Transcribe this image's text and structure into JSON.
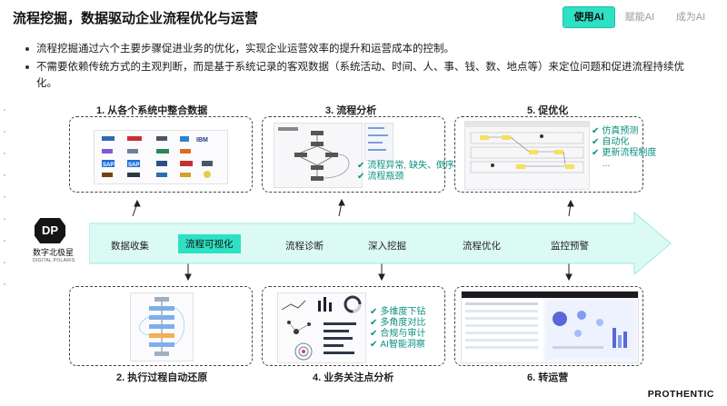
{
  "header": {
    "title": "流程挖掘，数据驱动企业流程优化与运营",
    "tabs": [
      {
        "label": "使用AI",
        "active": true
      },
      {
        "label": "赋能AI",
        "active": false
      },
      {
        "label": "成为AI",
        "active": false
      }
    ]
  },
  "intro": {
    "bullets": [
      "流程挖掘通过六个主要步骤促进业务的优化，实现企业运营效率的提升和运营成本的控制。",
      "不需要依赖传统方式的主观判断，而是基于系统记录的客观数据（系统活动、时间、人、事、钱、数、地点等）来定位问题和促进流程持续优化。"
    ]
  },
  "steps_top": [
    {
      "title": "1. 从各个系统中整合数据"
    },
    {
      "title": "3. 流程分析",
      "checks": [
        "流程异常, 缺失、倒序、重复等",
        "流程瓶颈"
      ]
    },
    {
      "title": "5. 促优化",
      "checks": [
        "仿真预测",
        "自动化",
        "更新流程制度",
        "..."
      ]
    }
  ],
  "steps_bottom": [
    {
      "title": "2. 执行过程自动还原"
    },
    {
      "title": "4. 业务关注点分析",
      "checks": [
        "多维度下钻",
        "多角度对比",
        "合规与审计",
        "AI智能洞察"
      ]
    },
    {
      "title": "6. 转运营"
    }
  ],
  "stages": [
    "数据收集",
    "流程可视化",
    "流程诊断",
    "深入挖掘",
    "流程优化",
    "监控预警"
  ],
  "highlighted_stage": "流程可视化",
  "logos": [
    "IBM",
    "SAP",
    "SAP"
  ],
  "company": {
    "mark": "DP",
    "name_cn": "数字北极星",
    "name_en": "DIGITAL POLARIS"
  },
  "footer": {
    "brand": "PROTHENTIC"
  },
  "colors": {
    "accent": "#2ee0c4",
    "check": "#0a8f7e",
    "band": "#cdf7ef"
  }
}
